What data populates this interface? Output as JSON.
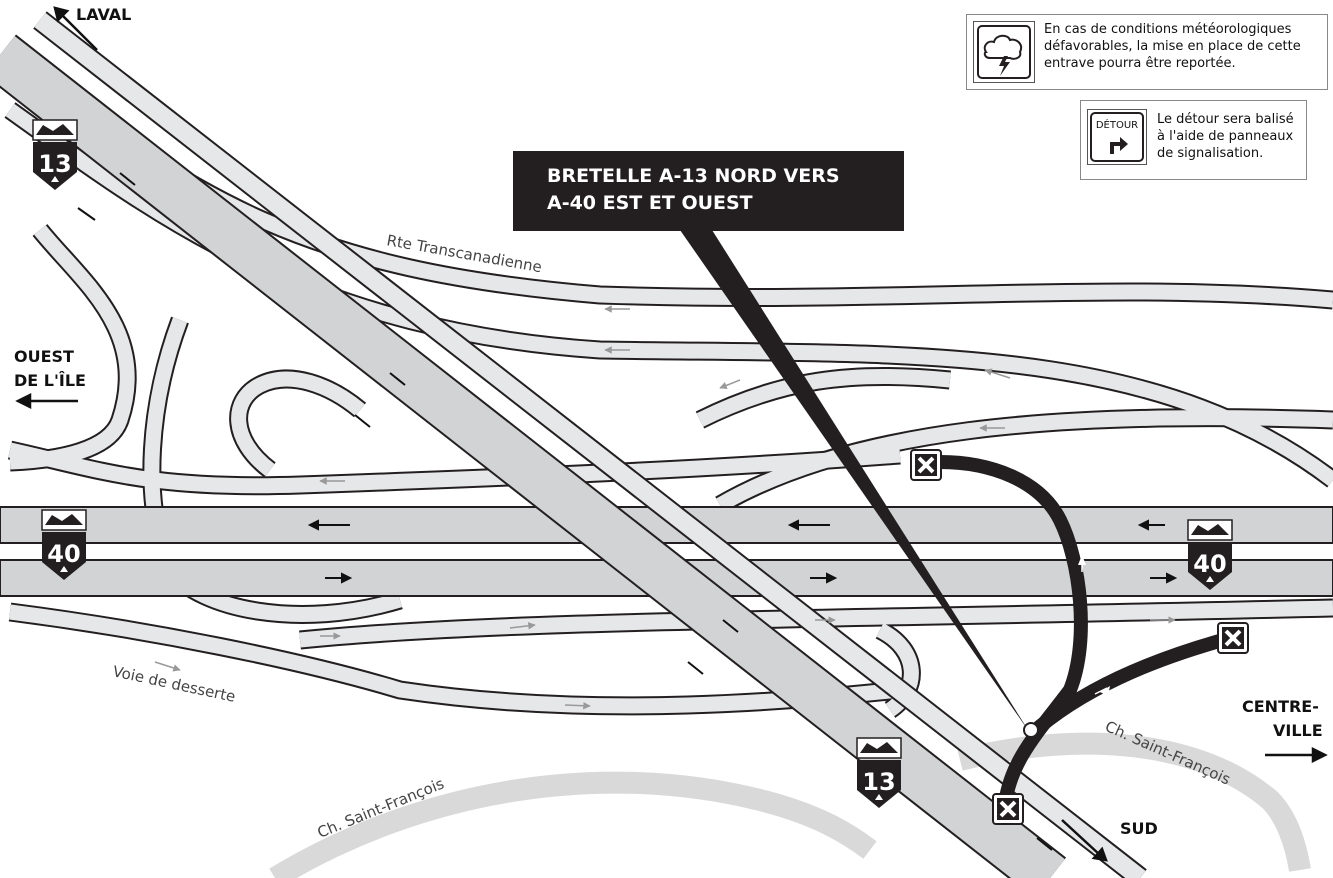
{
  "directions": {
    "laval": "LAVAL",
    "ouest_line1": "OUEST",
    "ouest_line2": "DE L'ÎLE",
    "centre_line1": "CENTRE-",
    "centre_line2": "VILLE",
    "sud": "SUD"
  },
  "roads": {
    "transcanadienne": "Rte Transcanadienne",
    "voie_desserte": "Voie de desserte",
    "saint_francois_left": "Ch. Saint-François",
    "saint_francois_right": "Ch. Saint-François"
  },
  "shields": {
    "a13": "13",
    "a40": "40"
  },
  "callout": {
    "line1": "BRETELLE A-13 NORD VERS",
    "line2": "A-40 EST ET OUEST"
  },
  "legend": {
    "weather_line1": "En cas de conditions météorologiques",
    "weather_line2": "défavorables, la mise en place de cette",
    "weather_line3": "entrave pourra être reportée.",
    "detour_sign": "DÉTOUR",
    "detour_line1": "Le détour sera balisé",
    "detour_line2": "à l'aide de panneaux",
    "detour_line3": "de signalisation."
  },
  "colors": {
    "highway": "#d1d3d4",
    "road_outline": "#231f20",
    "closure_ramp": "#231f20",
    "secondary_road": "#e6e7e8"
  },
  "icons": {
    "closure": "x-closure-icon",
    "weather": "storm-cloud-icon",
    "detour": "detour-arrow-icon"
  }
}
